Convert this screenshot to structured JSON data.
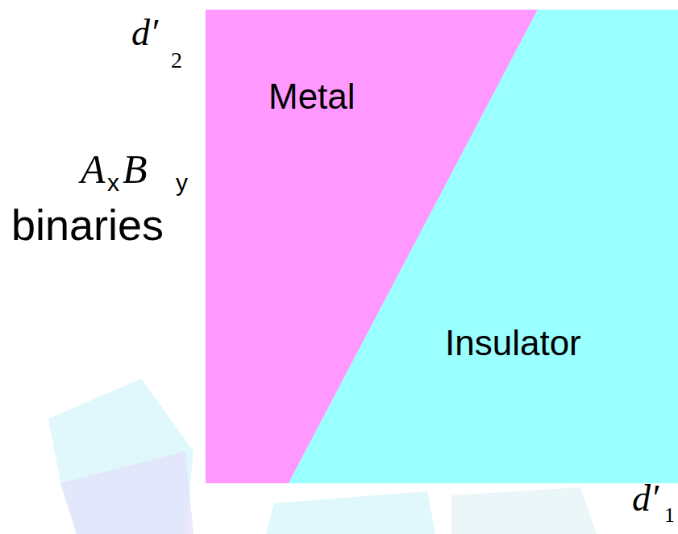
{
  "diagram": {
    "nodes": [
      {
        "text": [
          "Metal"
        ]
      },
      {
        "text": [
          "Insulator"
        ]
      }
    ],
    "labels": [
      "d′",
      "2",
      "A",
      "x",
      "B",
      "y",
      "binaries",
      "d′",
      "1"
    ]
  }
}
